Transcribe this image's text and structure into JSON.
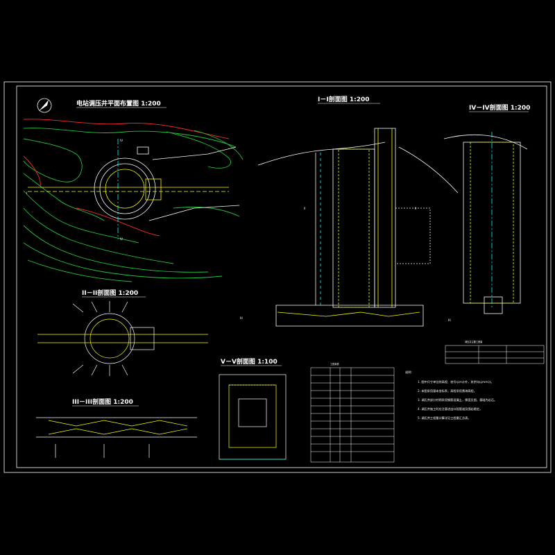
{
  "drawing": {
    "plan_title": "电站调压井平面布置图 1:200",
    "section_1_title": "I－I剖面图 1:200",
    "section_2_title": "II－II剖面图 1:200",
    "section_3_title": "III－III剖面图 1:200",
    "section_4_title": "IV－IV剖面图 1:200",
    "section_5_title": "V－V剖面图 1:100",
    "section_marks": {
      "I": "I",
      "II": "II",
      "III": "III",
      "IV": "IV"
    },
    "notes_title": "说明:",
    "notes": [
      "1. 图中尺寸单位除高程、桩号以m计外，其余均以mm计。",
      "2. 本图采用基本坐标系，高程采用黄海高程。",
      "3. 调压井部分衬砌采用钢筋混凝土，厚度见图，基础为岩石。",
      "4. 调压井施工时应注意进出口段管道及围岩稳定。",
      "5. 调压井工程量计算详见工程量汇总表。"
    ],
    "table_title": "工程量表",
    "summary_table_title": "调压井主要工程量"
  },
  "colors": {
    "background": "#000000",
    "frame": "#ffffff",
    "contour_green": "#22c83a",
    "contour_red": "#e02020",
    "structure_yellow": "#ffff00",
    "dimension_cyan": "#00ffff",
    "hatch_white": "#ffffff",
    "table_line": "#00ff00"
  }
}
